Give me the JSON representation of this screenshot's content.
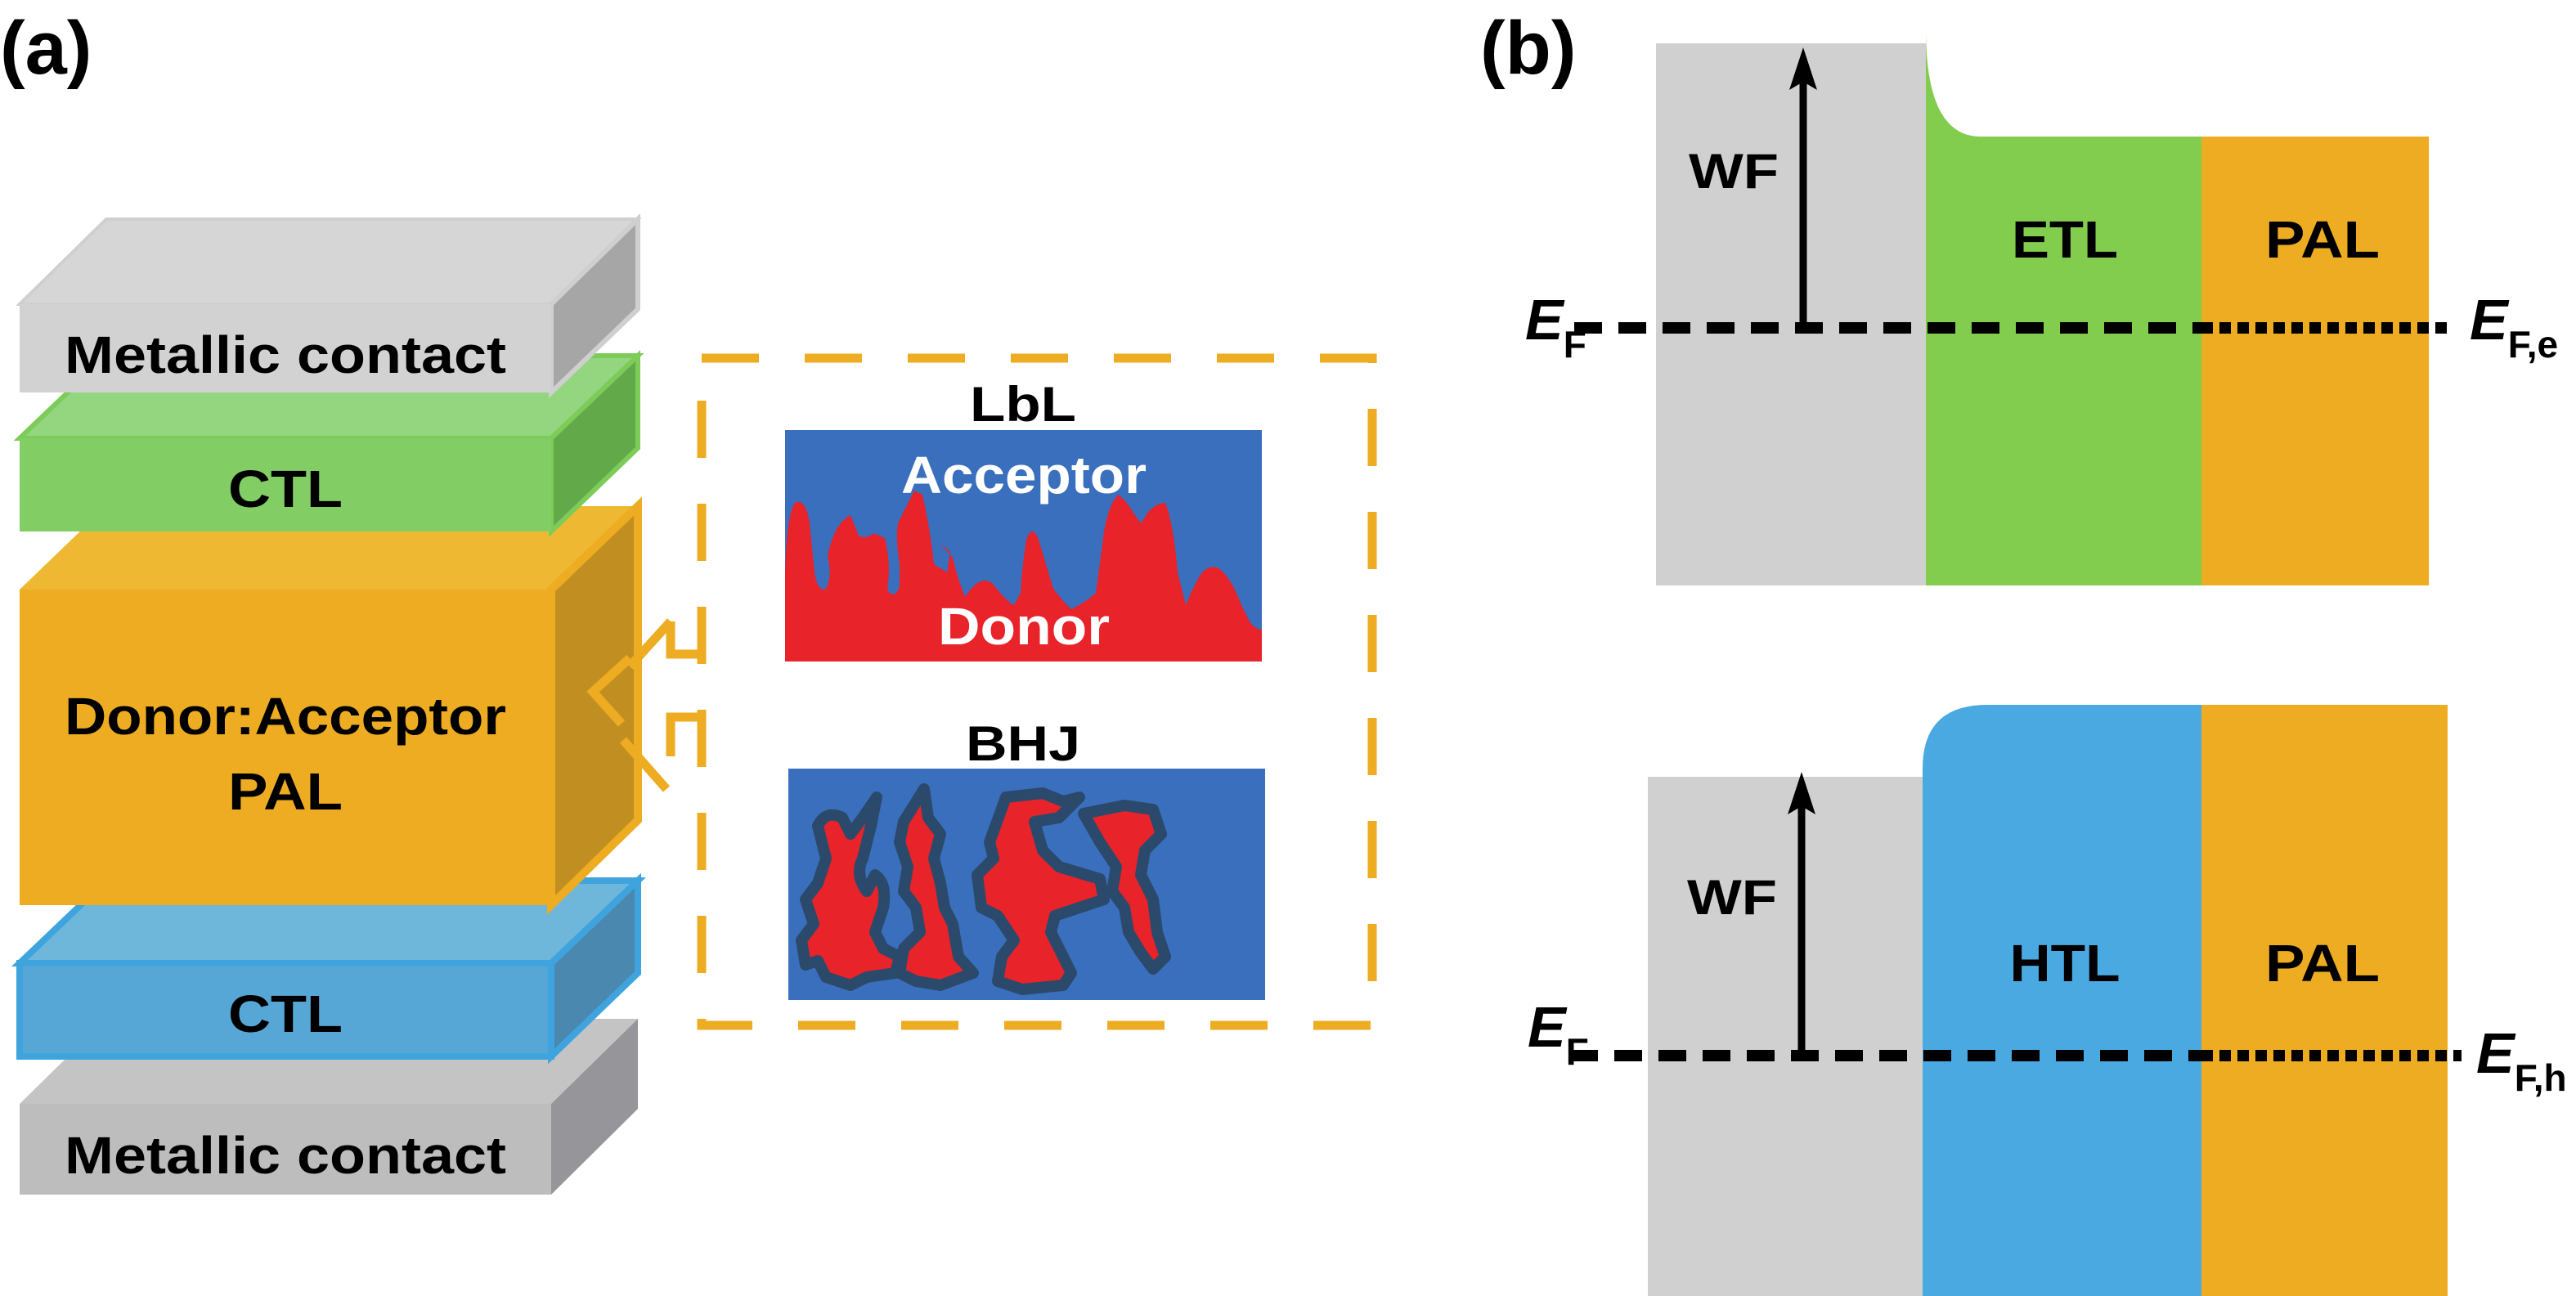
{
  "panel_a": {
    "label": "(a)",
    "stack": {
      "top_contact": "Metallic contact",
      "top_ctl": "CTL",
      "pal_line1": "Donor:Acceptor",
      "pal_line2": "PAL",
      "bottom_ctl": "CTL",
      "bottom_contact": "Metallic contact"
    },
    "inset": {
      "lbl": {
        "title": "LbL",
        "top_label": "Acceptor",
        "bottom_label": "Donor"
      },
      "bhj": {
        "title": "BHJ"
      }
    }
  },
  "panel_b": {
    "label": "(b)",
    "top": {
      "wf": "WF",
      "layer1": "ETL",
      "layer2": "PAL",
      "ef_left": "E",
      "ef_left_sub": "F",
      "ef_right": "E",
      "ef_right_sub": "F,e"
    },
    "bottom": {
      "wf": "WF",
      "layer1": "HTL",
      "layer2": "PAL",
      "ef_left": "E",
      "ef_left_sub": "F",
      "ef_right": "E",
      "ef_right_sub": "F,h"
    }
  },
  "colors": {
    "metal": "#d4d4d4",
    "metal_side": "#a6a6a6",
    "green": "#82cd52",
    "green_side": "#62a94a",
    "orange": "#edac21",
    "orange_side": "#c18f21",
    "blue_light": "#6fb7da",
    "blue": "#4aa8e0",
    "blue_side": "#4a88b0",
    "acceptor_blue": "#3a6fbd",
    "donor_red": "#e8232a",
    "outline_dark": "#2b4a6b"
  }
}
